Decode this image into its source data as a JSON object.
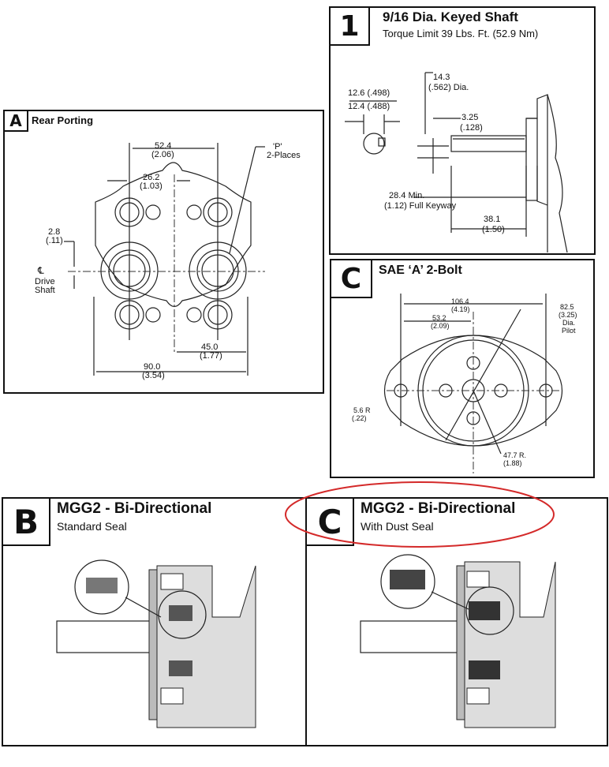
{
  "shaft_panel": {
    "badge": "1",
    "title": "9/16 Dia. Keyed Shaft",
    "subtitle": "Torque Limit 39 Lbs. Ft. (52.9 Nm)",
    "dims": {
      "d1": "12.6 (.498)",
      "d2": "12.4 (.488)",
      "dia_a": "14.3",
      "dia_b": "(.562)  Dia.",
      "key_a": "3.25",
      "key_b": "(.128)",
      "keyway_a": "28.4 Min.",
      "keyway_b": "(1.12) Full Keyway",
      "len_a": "38.1",
      "len_b": "(1.50)"
    }
  },
  "rear_panel": {
    "badge": "A",
    "title": "Rear Porting",
    "dims": {
      "w1_a": "52.4",
      "w1_b": "(2.06)",
      "w2_a": "26.2",
      "w2_b": "(1.03)",
      "off_a": "2.8",
      "off_b": "(.11)",
      "cl": "℄",
      "drive": "Drive",
      "shaft": "Shaft",
      "port_a": "'P'",
      "port_b": "2-Places",
      "h_a": "45.0",
      "h_b": "(1.77)",
      "w_a": "90.0",
      "w_b": "(3.54)"
    }
  },
  "sae_panel": {
    "badge": "C",
    "title": "SAE ‘A’ 2-Bolt",
    "dims": {
      "w_a": "106.4",
      "w_b": "(4.19)",
      "h_a": "53.2",
      "h_b": "(2.09)",
      "pilot_a": "82.5",
      "pilot_b": "(3.25)",
      "pilot_c": "Dia.",
      "pilot_d": "Pilot",
      "r_a": "5.6  R",
      "r_b": "(.22)",
      "rr_a": "47.7 R.",
      "rr_b": "(1.88)"
    }
  },
  "seal_b": {
    "badge": "B",
    "title": "MGG2 - Bi-Directional",
    "subtitle": "Standard Seal"
  },
  "seal_c": {
    "badge": "C",
    "title": "MGG2 - Bi-Directional",
    "subtitle": "With Dust Seal",
    "highlight_color": "#d42a2a"
  }
}
